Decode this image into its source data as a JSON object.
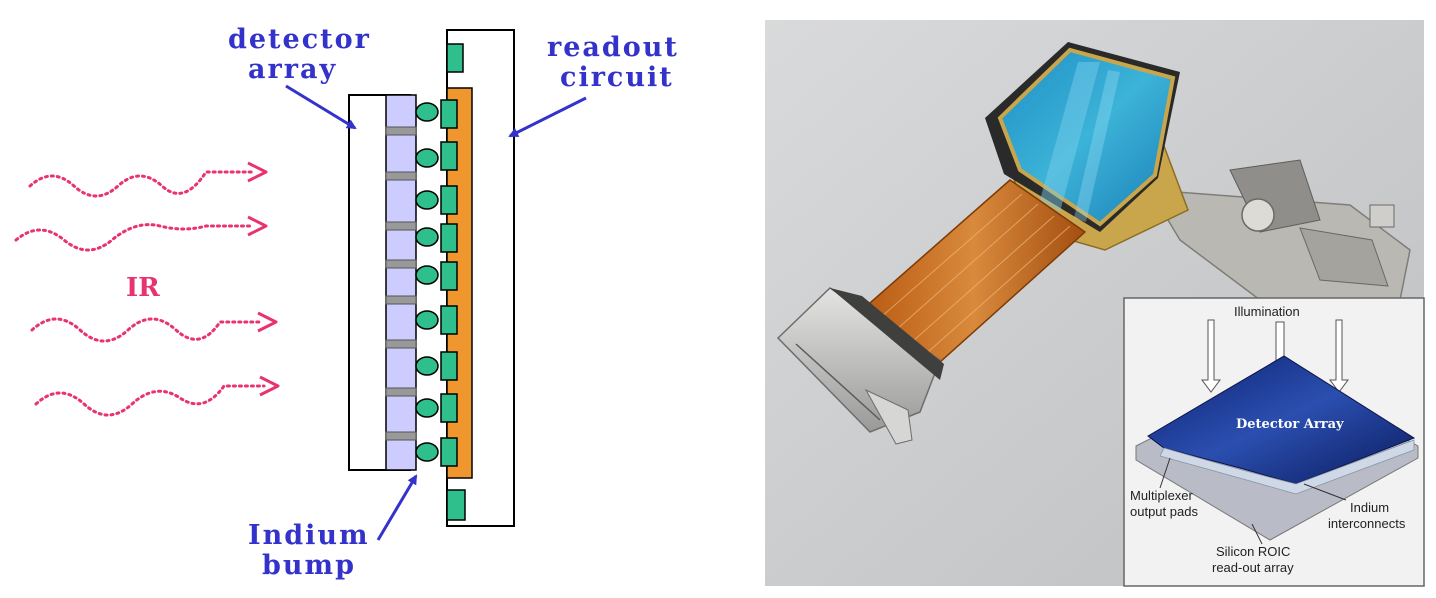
{
  "diagram": {
    "labels": {
      "detector_line1": "detector",
      "detector_line2": "array",
      "readout_line1": "readout",
      "readout_line2": "circuit",
      "indium_line1": "Indium",
      "indium_line2": "bump",
      "ir": "IR"
    },
    "colors": {
      "detector_pixel": "#ccccff",
      "readout": "#f0962e",
      "pad": "#2fbf8c",
      "arrow": "#3333cc",
      "ir_wave": "#e8336f"
    }
  },
  "photo": {
    "inset": {
      "illumination": "Illumination",
      "detector_array": "Detector Array",
      "mux_line1": "Multiplexer",
      "mux_line2": "output pads",
      "indium_line1": "Indium",
      "indium_line2": "interconnects",
      "roic_line1": "Silicon ROIC",
      "roic_line2": "read-out array"
    }
  }
}
